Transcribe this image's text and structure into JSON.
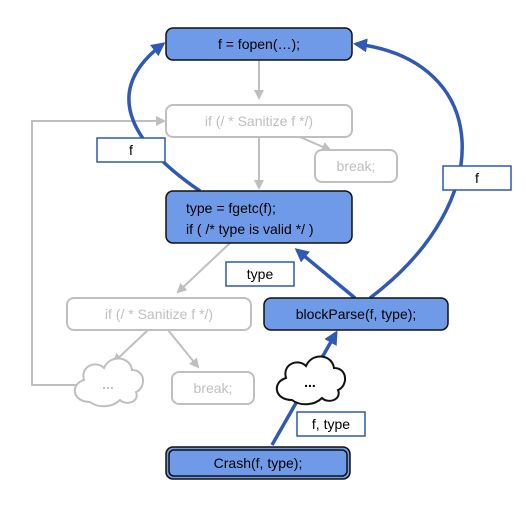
{
  "colors": {
    "accent_fill": "#6f9ae8",
    "accent_stroke": "#2f59b3",
    "faded": "#bfbfbf",
    "dark": "#111111"
  },
  "nodes": {
    "fopen": "f = fopen(…);",
    "sanitize_top": "if (/ * Sanitize f */)",
    "break_top": "break;",
    "fgetc_line1": "type = fgetc(f);",
    "fgetc_line2": "if  ( /* type is valid */ )",
    "sanitize_bottom": "if (/ * Sanitize f */)",
    "block_parse": "blockParse(f, type);",
    "cloud_faded": "...",
    "break_bottom": "break;",
    "cloud_active": "...",
    "crash": "Crash(f, type);"
  },
  "edge_labels": {
    "f_left": "f",
    "f_right": "f",
    "type": "type",
    "f_type": "f, type"
  }
}
